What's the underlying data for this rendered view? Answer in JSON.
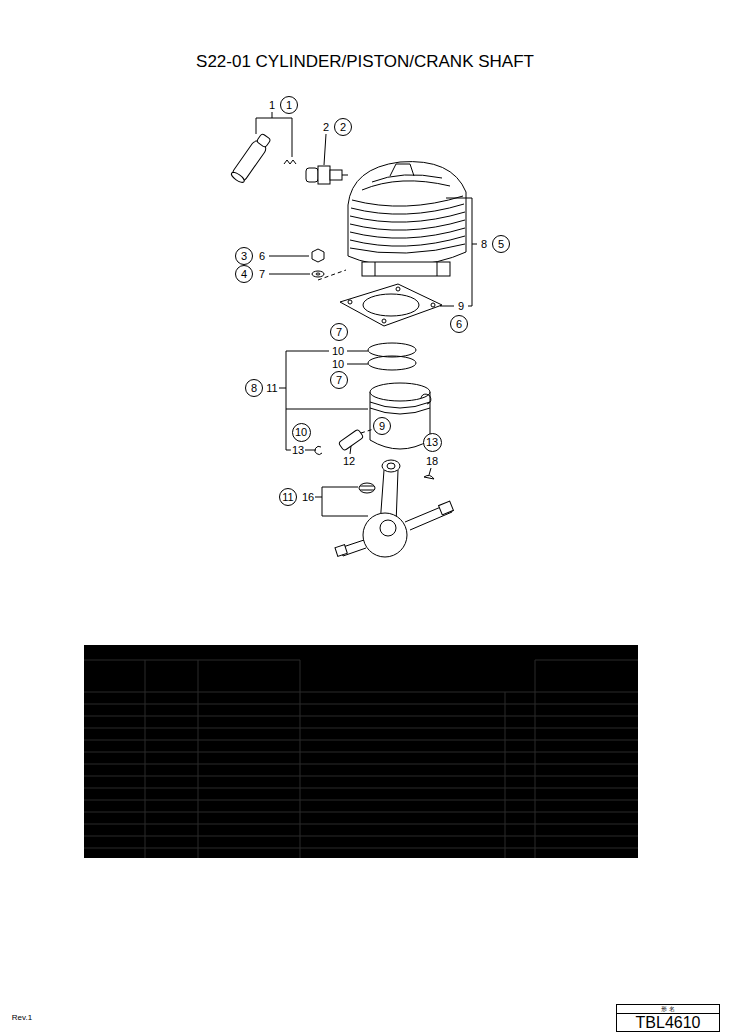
{
  "diagram": {
    "title": "S22-01 CYLINDER/PISTON/CRANK SHAFT",
    "nodes": [
      {
        "text": [
          "1"
        ]
      },
      {
        "text": [
          "2"
        ]
      },
      {
        "text": [
          "5"
        ]
      },
      {
        "text": [
          "3"
        ]
      },
      {
        "text": [
          "4"
        ]
      },
      {
        "text": [
          "6"
        ]
      },
      {
        "text": [
          "7"
        ]
      },
      {
        "text": [
          "7"
        ]
      },
      {
        "text": [
          "8"
        ]
      },
      {
        "text": [
          "9"
        ]
      },
      {
        "text": [
          "10"
        ]
      },
      {
        "text": [
          "13"
        ]
      },
      {
        "text": [
          "11"
        ]
      },
      {
        "text": [
          "形 名",
          "TBL4610"
        ]
      }
    ],
    "labels": [
      "1",
      "2",
      "8",
      "6",
      "7",
      "9",
      "10",
      "10",
      "11",
      "13",
      "12",
      "18",
      "16",
      "Rev.1"
    ]
  }
}
